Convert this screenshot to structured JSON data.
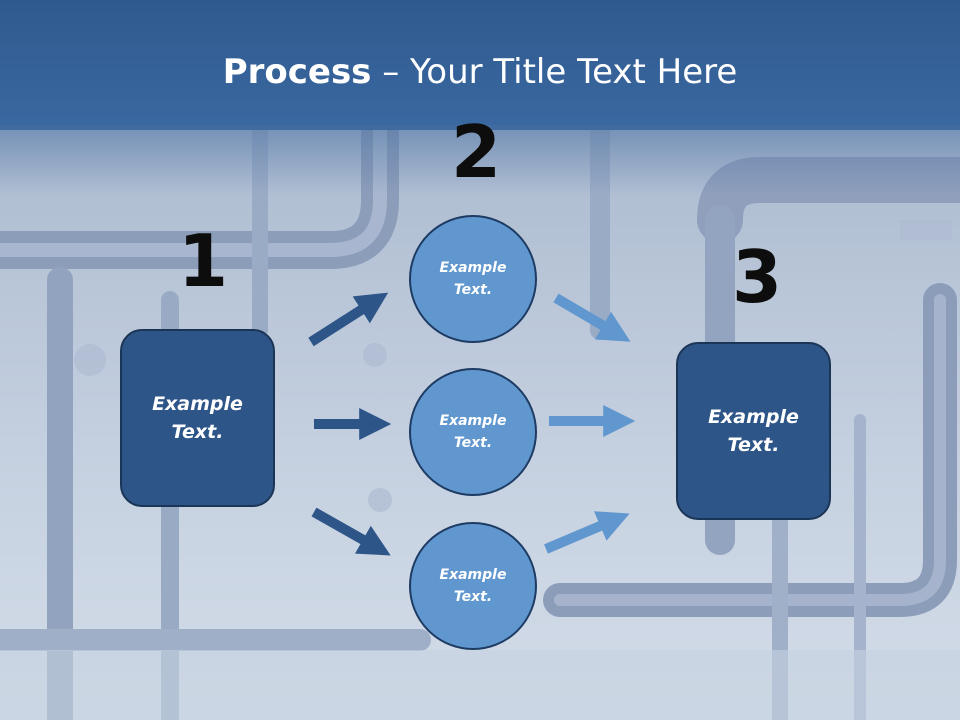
{
  "title": {
    "bold": "Process",
    "rest": " – Your Title Text Here"
  },
  "steps": [
    {
      "number": "1",
      "line1": "Example",
      "line2": "Text."
    },
    {
      "number": "2"
    },
    {
      "number": "3",
      "line1": "Example",
      "line2": "Text."
    }
  ],
  "circles": [
    {
      "line1": "Example",
      "line2": "Text."
    },
    {
      "line1": "Example",
      "line2": "Text."
    },
    {
      "line1": "Example",
      "line2": "Text."
    }
  ],
  "colors": {
    "header": "#2f5a8f",
    "box": "#2e5588",
    "circle": "#6197cf",
    "arrow_dark": "#2e5588",
    "arrow_light": "#6197cf"
  }
}
